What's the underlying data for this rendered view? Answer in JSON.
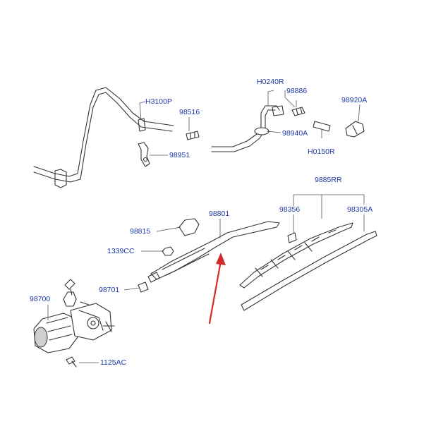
{
  "diagram": {
    "part_numbers": {
      "hose_main": "H3100P",
      "clip_98516": "98516",
      "bracket_98951": "98951",
      "hose_h0240r": "H0240R",
      "connector_98886": "98886",
      "nozzle_98920a": "98920A",
      "grommet_98940a": "98940A",
      "hose_h0150r": "H0150R",
      "blade_assy": "9885RR",
      "clip_98356": "98356",
      "refill_98305a": "98305A",
      "wiper_arm": "98801",
      "cap_98815": "98815",
      "nut_1339cc": "1339CC",
      "cover_98701": "98701",
      "motor_98700": "98700",
      "bolt_1125ac": "1125AC"
    },
    "colors": {
      "label": "#1f3aa8",
      "line": "#333333",
      "arrow": "#d42a2a"
    }
  }
}
